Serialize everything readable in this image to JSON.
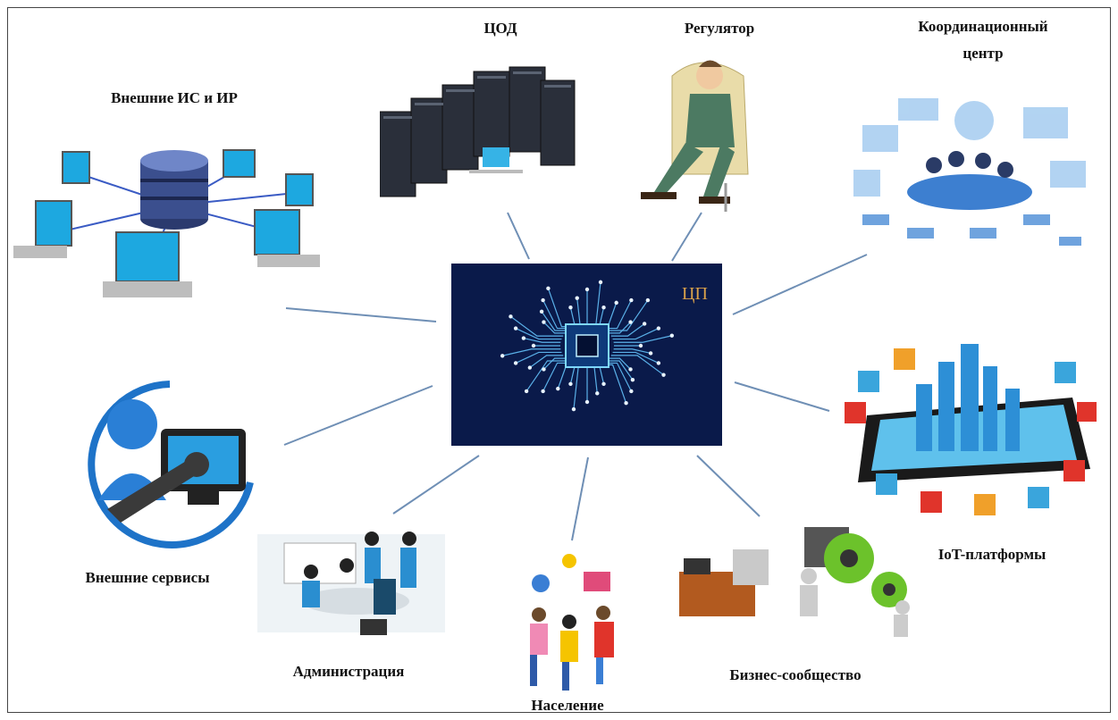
{
  "center": {
    "label": "ЦП"
  },
  "nodes": {
    "external_is": "Внешние ИС и ИР",
    "dc": "ЦОД",
    "regulator": "Регулятор",
    "coord_line1": "Координационный",
    "coord_line2": "центр",
    "iot": "IoT-платформы",
    "ext_services": "Внешние сервисы",
    "admin": "Администрация",
    "population": "Население",
    "business": "Бизнес-сообщество"
  },
  "colors": {
    "link": "#6f8fb5",
    "chip_bg": "#0a1a4a",
    "circuit": "#5ab0e8"
  }
}
